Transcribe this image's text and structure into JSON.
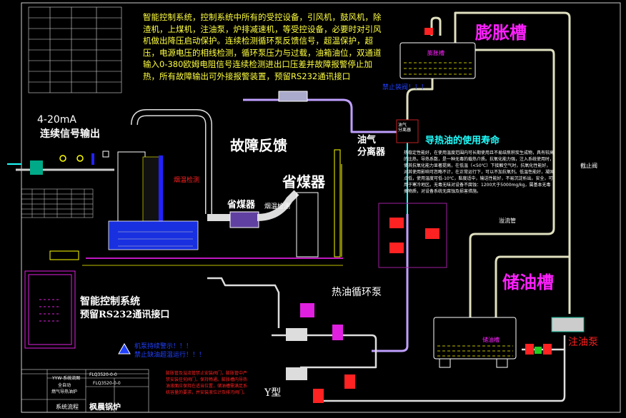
{
  "intro_text": "智能控制系统，控制系统中所有的受控设备，引风机，鼓风机，除渣机，上煤机，注油泵，炉排减速机，等受控设备，必要时对引风机做出降压启动保护。连续检测循环泵反馈信号，超温保护，超压，电源电压的相线检测，循环泵压力与过载，油箱油位，双通道输入0-380欧姆电阻信号连续检测进出口压差并故障报警停止加热，所有故障输出可外接报警装置，预留RS232通讯接口",
  "labels": {
    "signal_range": "4-20mA",
    "signal_output": "连续信号输出",
    "fault_feedback": "故障反馈",
    "economizer_large": "省煤器",
    "economizer_small": "省煤器",
    "flue_temp_1": "烟温检测",
    "flue_temp_2": "烟温检测",
    "separator_big": "油气\n分离器",
    "separator_box": "油气\n分离器",
    "expansion_tank_title": "膨胀槽",
    "expansion_tank_label": "膨胀槽",
    "no_valve_warning": "禁止装阀！！！",
    "oil_life_title": "导热油的使用寿命",
    "shutoff_valve": "截止阀",
    "overflow_pipe": "溢流管",
    "storage_tank_title": "储油槽",
    "storage_tank_label": "储油槽",
    "fill_pump": "注油泵",
    "circulation_pump": "热油循环泵",
    "control_system": "智能控制系统",
    "rs232": "预留RS232通讯接口",
    "warning_1": "机泵持续警示！！！",
    "warning_2": "禁止缺油超温运行！！！",
    "y_type": "Y型"
  },
  "oil_life_note": "热稳定性能好，在使用温度范围内可长期使用且不易结焦积炭生成物，具有较高的比热，导热系数，是一种无毒的载热介质。抗氧化能力强，注入系统使用时，使其抗氧化能力显著提高，在低温（<50℃）下接触空气时，抗氧化性能好，对其使用影响可忽略不计，在正常运行下，可以不加抗氧剂。低温性能好，凝固点低，使用温度可低-10℃，黏度适中，输送性能好，不易沉淀析出。安全，可用于寒冷地区。无毒无味对设备不腐蚀：1200大于5000mg/kg，属基本无毒类物质，对设备系统无腐蚀及损害措施。",
  "safety_note": "膨胀管及溢流管禁止安装阀门，膨胀管中严禁安装任何阀门，保持畅通。膨胀槽内导热油液面应保持在适当位置，储油槽需满足系统容量的要求，并安装液位计及排污阀门。",
  "title_block": {
    "drawing_name": "YYW-系统流图",
    "drawing_no": "FLQ3520-0-0",
    "drawing_no_2": "FLQ3520-0-0",
    "product": "全自动\n燃气导热油炉",
    "sheet_title": "系统流程",
    "company": "枫晨锅炉"
  },
  "colors": {
    "background": "#000000",
    "intro_text": "#ffff40",
    "magenta": "#ff20ff",
    "cyan": "#20ffff",
    "red": "#ff2020",
    "blue": "#2020ff",
    "pipe": "#e0e0c0"
  }
}
